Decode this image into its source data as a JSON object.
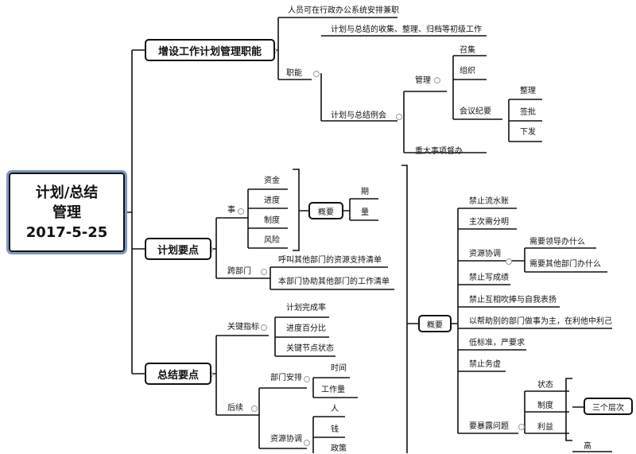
{
  "root": {
    "line1": "计划/总结",
    "line2": "管理",
    "date": "2017-5-25"
  },
  "branch1": {
    "title": "增设工作计划管理职能",
    "item1": "人员可在行政办公系统安排兼职",
    "zhineng": "职能",
    "collect": "计划与总结的收集、整理、归档等初级工作",
    "meeting": "计划与总结例会",
    "manage": "管理",
    "zhaoji": "召集",
    "zuzhi": "组织",
    "jiyao": "会议纪要",
    "zhengli": "整理",
    "qianpi": "签批",
    "xiafa": "下发",
    "ducu": "重大事项督办"
  },
  "branch2": {
    "title": "计划要点",
    "shi": "事",
    "zijin": "资金",
    "jindu": "进度",
    "zhidu": "制度",
    "fengxian": "风险",
    "gaiyao": "概要",
    "qi": "期",
    "liang": "量",
    "kuabumen": "跨部门",
    "hujiao": "呼叫其他部门的资源支持清单",
    "xiezhu": "本部门协助其他部门的工作清单"
  },
  "branch3": {
    "title": "总结要点",
    "kpi": "关键指标",
    "wanchenglv": "计划完成率",
    "baifenbi": "进度百分比",
    "jiedian": "关键节点状态",
    "houxu": "后续",
    "bumen": "部门安排",
    "shijian": "时间",
    "gongzuoliang": "工作量",
    "ziyuan": "资源协调",
    "ren": "人",
    "qian": "钱",
    "zhengce": "政策"
  },
  "overview": {
    "title": "概要",
    "items": [
      "禁止流水账",
      "主次需分明",
      "资源协调",
      "禁止写成绩",
      "禁止互相吹捧与自我表扬",
      "以帮助别的部门做事为主，在利他中利己",
      "低标准，严要求",
      "禁止务虚",
      "要暴露问题"
    ],
    "coord_1": "需要领导办什么",
    "coord_2": "需要其他部门办什么",
    "zhuangtai": "状态",
    "zhidu": "制度",
    "liyi": "利益",
    "cengci": "三个层次",
    "gao": "高"
  }
}
